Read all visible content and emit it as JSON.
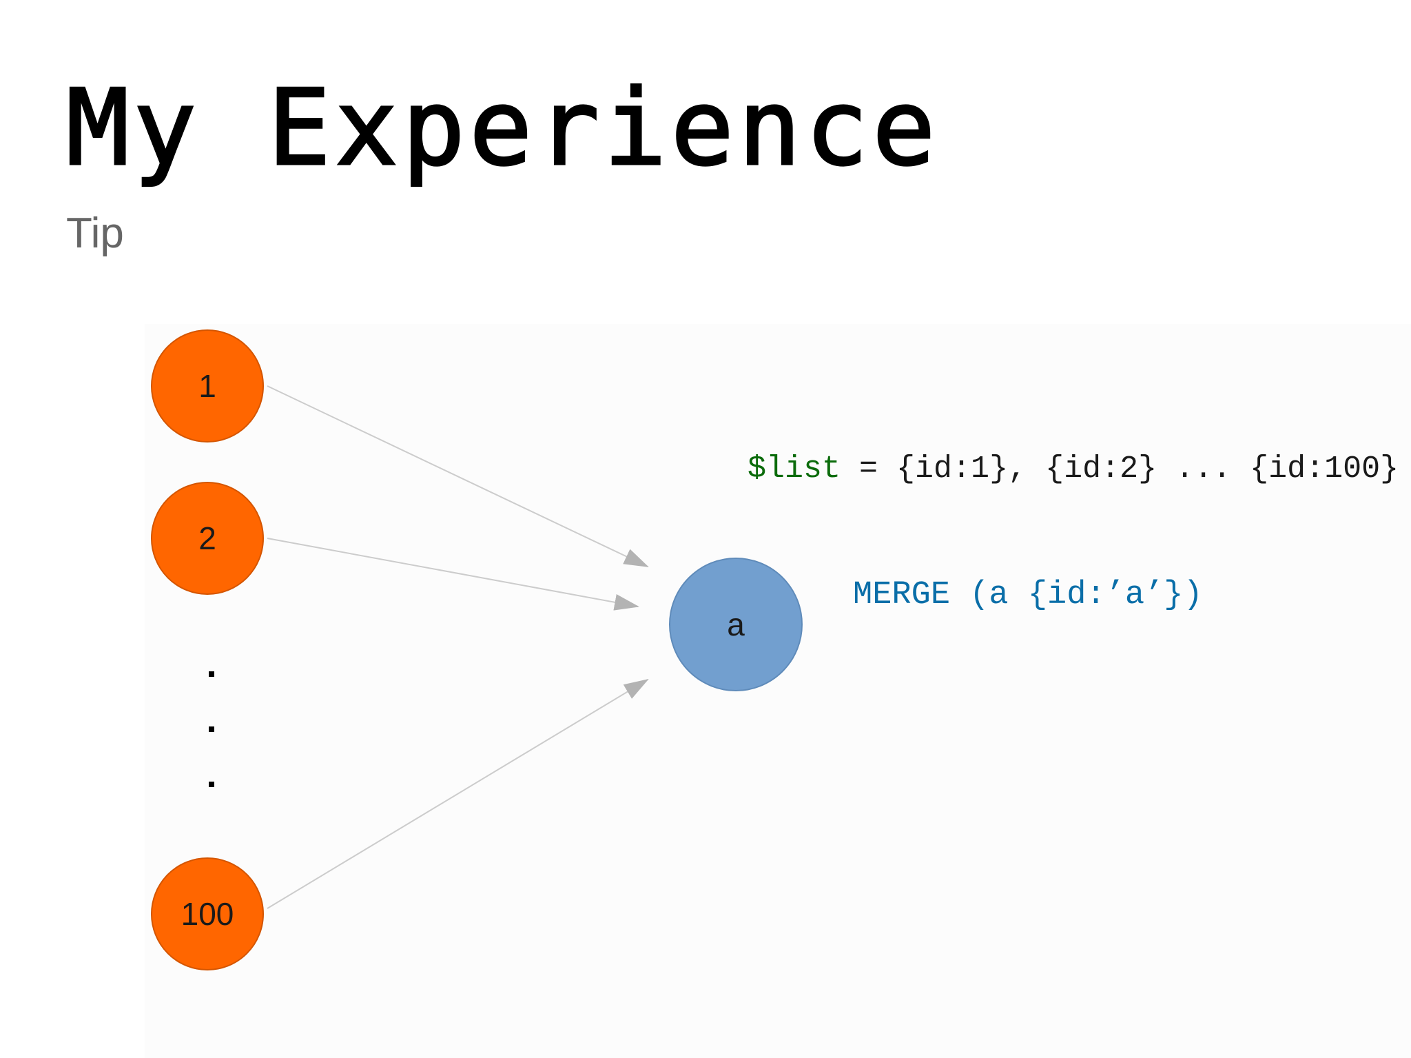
{
  "slide": {
    "title": "My Experience",
    "subtitle": "Tip"
  },
  "diagram": {
    "source_nodes": [
      {
        "id": "node-1",
        "label": "1"
      },
      {
        "id": "node-2",
        "label": "2"
      },
      {
        "id": "node-100",
        "label": "100"
      }
    ],
    "ellipsis": ".\n.\n.",
    "target_node": {
      "id": "node-a",
      "label": "a"
    },
    "colors": {
      "source_fill": "#ff6600",
      "source_stroke": "#d45500",
      "target_fill": "#729fcf",
      "target_stroke": "#5f8bba",
      "edge": "#cccccc",
      "arrowhead": "#b3b3b3",
      "list_variable": "#0b6b0b",
      "merge_statement": "#0a6ea8"
    }
  },
  "code": {
    "list_variable": "$list",
    "list_value": " = {id:1}, {id:2} ... {id:100}",
    "merge_statement": "MERGE (a {id:’a’})"
  }
}
